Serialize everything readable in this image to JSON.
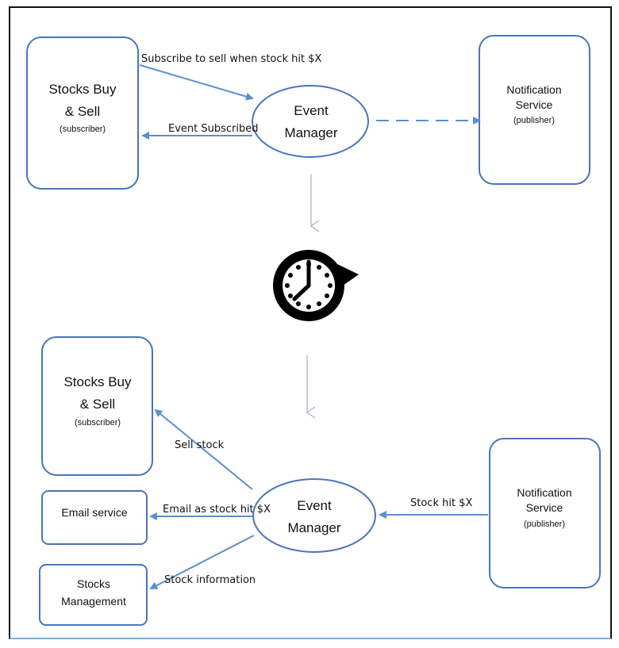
{
  "top": {
    "subscriber_box": {
      "line1": "Stocks Buy",
      "line2": "& Sell",
      "sub": "(subscriber)"
    },
    "event_manager": {
      "line1": "Event",
      "line2": "Manager"
    },
    "publisher_box": {
      "line1": "Notification",
      "line2": "Service",
      "sub": "(publisher)"
    },
    "arrow_subscribe_label": "Subscribe to sell when stock hit $X",
    "arrow_subscribed_label": "Event Subscribed"
  },
  "bottom": {
    "subscriber_box": {
      "line1": "Stocks Buy",
      "line2": "& Sell",
      "sub": "(subscriber)"
    },
    "email_box": {
      "label": "Email service"
    },
    "stocks_mgmt_box": {
      "line1": "Stocks",
      "line2": "Management"
    },
    "event_manager": {
      "line1": "Event",
      "line2": "Manager"
    },
    "publisher_box": {
      "line1": "Notification",
      "line2": "Service",
      "sub": "(publisher)"
    },
    "arrow_sell_label": "Sell stock",
    "arrow_email_label": "Email as stock hit $X",
    "arrow_info_label": "Stock information",
    "arrow_hit_label": "Stock hit $X"
  },
  "icons": {
    "clock": "clock-with-refresh-arrow-icon"
  },
  "colors": {
    "box_stroke": "#4a74bf",
    "arrow": "#5b8fd0",
    "down_arrow": "#b7abd9"
  }
}
